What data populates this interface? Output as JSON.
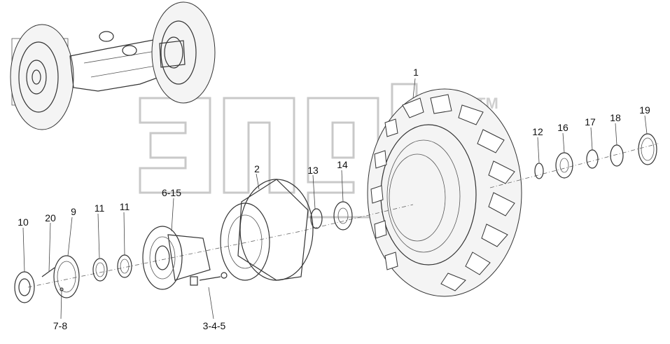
{
  "watermark": {
    "mark": "TM"
  },
  "callouts": [
    {
      "id": "c1",
      "text": "1"
    },
    {
      "id": "c2",
      "text": "2"
    },
    {
      "id": "c345",
      "text": "3-4-5"
    },
    {
      "id": "c615",
      "text": "6-15"
    },
    {
      "id": "c78",
      "text": "7-8"
    },
    {
      "id": "c9",
      "text": "9"
    },
    {
      "id": "c10",
      "text": "10"
    },
    {
      "id": "c11a",
      "text": "11"
    },
    {
      "id": "c11b",
      "text": "11"
    },
    {
      "id": "c12",
      "text": "12"
    },
    {
      "id": "c13",
      "text": "13"
    },
    {
      "id": "c14",
      "text": "14"
    },
    {
      "id": "c16",
      "text": "16"
    },
    {
      "id": "c17",
      "text": "17"
    },
    {
      "id": "c18",
      "text": "18"
    },
    {
      "id": "c19",
      "text": "19"
    },
    {
      "id": "c20",
      "text": "20"
    }
  ]
}
